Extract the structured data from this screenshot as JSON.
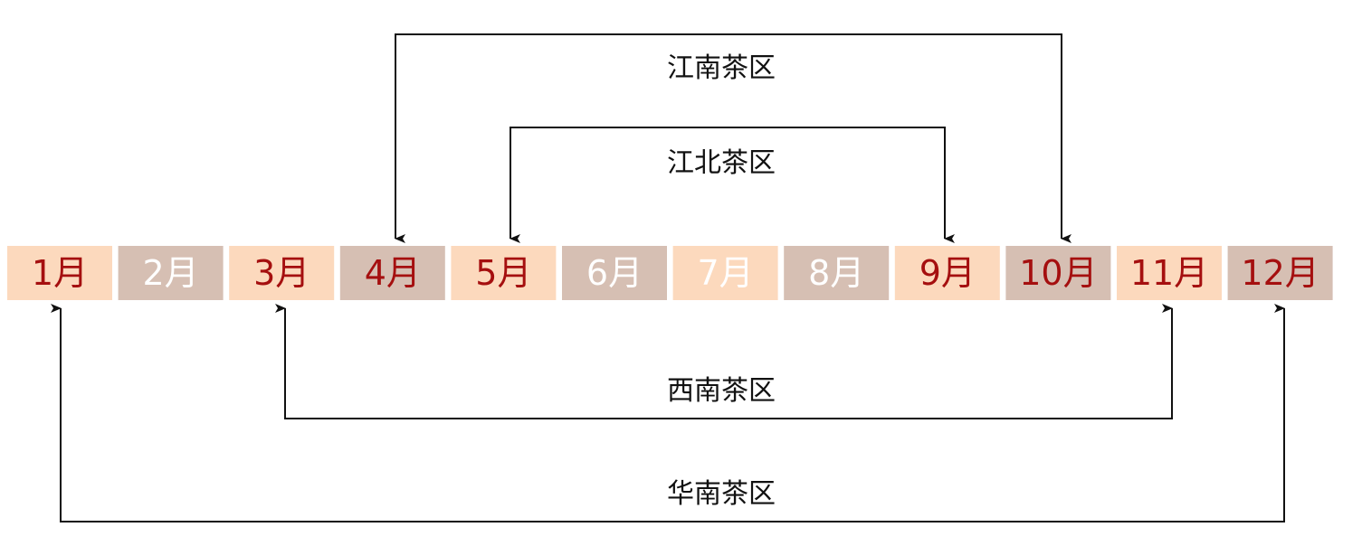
{
  "timeline": {
    "months": [
      {
        "label": "1月",
        "active": true,
        "tone": "light"
      },
      {
        "label": "2月",
        "active": false,
        "tone": "dark"
      },
      {
        "label": "3月",
        "active": true,
        "tone": "light"
      },
      {
        "label": "4月",
        "active": true,
        "tone": "dark"
      },
      {
        "label": "5月",
        "active": true,
        "tone": "light"
      },
      {
        "label": "6月",
        "active": false,
        "tone": "dark"
      },
      {
        "label": "7月",
        "active": false,
        "tone": "light"
      },
      {
        "label": "8月",
        "active": false,
        "tone": "dark"
      },
      {
        "label": "9月",
        "active": true,
        "tone": "light"
      },
      {
        "label": "10月",
        "active": true,
        "tone": "dark"
      },
      {
        "label": "11月",
        "active": true,
        "tone": "light"
      },
      {
        "label": "12月",
        "active": true,
        "tone": "dark"
      }
    ]
  },
  "regions": [
    {
      "name": "江南茶区",
      "start_month": "4月",
      "end_month": "10月",
      "side": "above"
    },
    {
      "name": "江北茶区",
      "start_month": "5月",
      "end_month": "9月",
      "side": "above"
    },
    {
      "name": "西南茶区",
      "start_month": "3月",
      "end_month": "11月",
      "side": "below"
    },
    {
      "name": "华南茶区",
      "start_month": "1月",
      "end_month": "12月",
      "side": "below"
    }
  ],
  "colors": {
    "cell_light": "#FCD9BD",
    "cell_dark": "#D6BFB3",
    "text_active": "#A50F0F",
    "text_inactive": "#FFFFFF",
    "line": "#111111"
  }
}
